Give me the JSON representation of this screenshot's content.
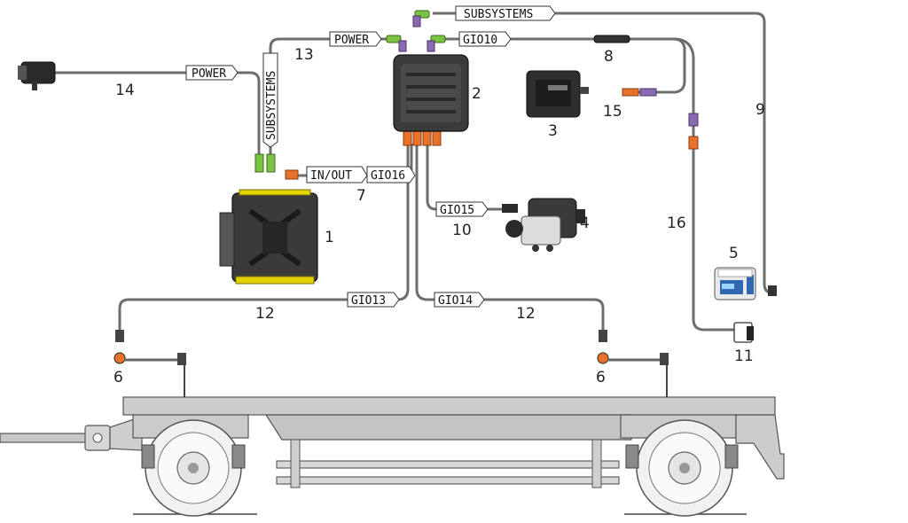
{
  "labels": {
    "power_top": "POWER",
    "power_left": "POWER",
    "subsystems_top": "SUBSYSTEMS",
    "subsystems_vertical": "SUBSYSTEMS",
    "gio10": "GIO10",
    "in_out": "IN/OUT",
    "gio16": "GIO16",
    "gio15": "GIO15",
    "gio13": "GIO13",
    "gio14": "GIO14"
  },
  "numbers": {
    "n1": "1",
    "n2": "2",
    "n3": "3",
    "n4": "4",
    "n5": "5",
    "n6_left": "6",
    "n6_right": "6",
    "n7": "7",
    "n8": "8",
    "n9": "9",
    "n10": "10",
    "n11": "11",
    "n12_left": "12",
    "n12_right": "12",
    "n13": "13",
    "n14": "14",
    "n15": "15",
    "n16": "16"
  },
  "colors": {
    "cable": "#6e6e6e",
    "connector_green": "#7cc242",
    "connector_orange": "#e8722a",
    "connector_purple": "#8a6ab0",
    "module_yellow": "#e3d400",
    "frame": "#c8c8c8"
  }
}
